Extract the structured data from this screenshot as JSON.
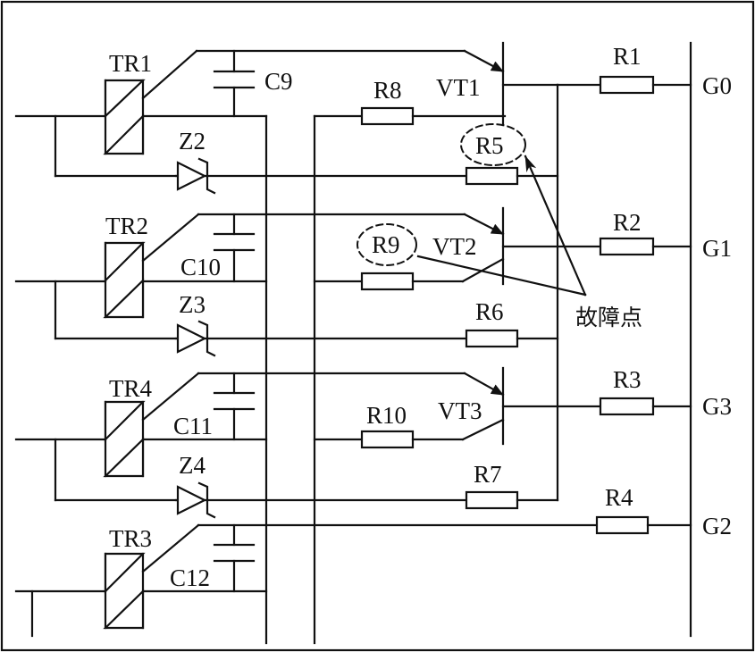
{
  "diagram": {
    "triacs": [
      "TR1",
      "TR2",
      "TR4",
      "TR3"
    ],
    "capacitors": [
      "C9",
      "C10",
      "C11",
      "C12"
    ],
    "zeners": [
      "Z2",
      "Z3",
      "Z4"
    ],
    "transistors": [
      "VT1",
      "VT2",
      "VT3"
    ],
    "resistors": {
      "r1": "R1",
      "r2": "R2",
      "r3": "R3",
      "r4": "R4",
      "r5": "R5",
      "r6": "R6",
      "r7": "R7",
      "r8": "R8",
      "r9": "R9",
      "r10": "R10"
    },
    "outputs": [
      "G0",
      "G1",
      "G3",
      "G2"
    ],
    "fault_label": "故障点"
  },
  "colors": {
    "line": "#111111",
    "background": "#ffffff"
  }
}
